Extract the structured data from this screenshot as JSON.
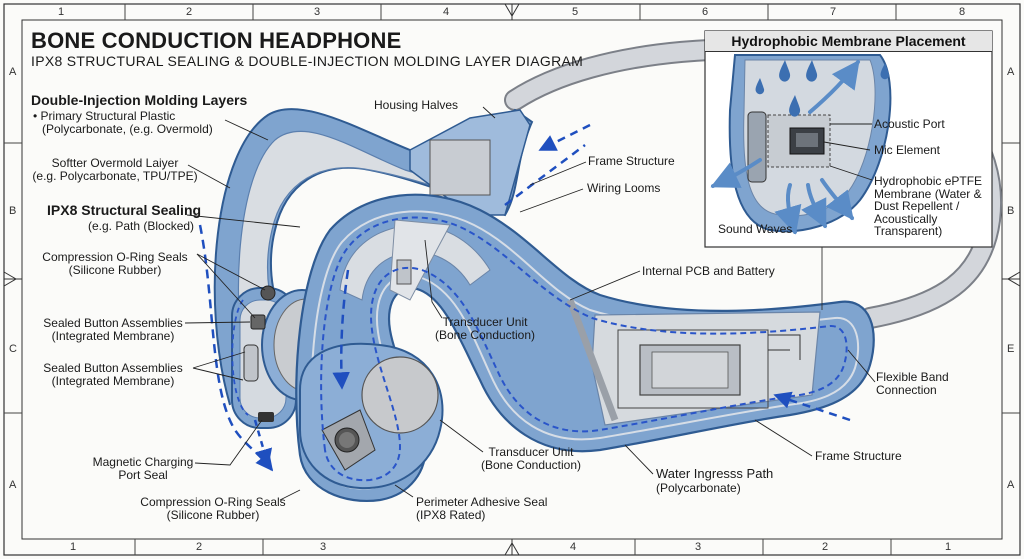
{
  "title": "BONE CONDUCTION HEADPHONE",
  "subtitle": "IPX8 STRUCTURAL SEALING & DOUBLE-INJECTION MOLDING LAYER DIAGRAM",
  "grid": {
    "top": [
      "1",
      "2",
      "3",
      "4",
      "5",
      "6",
      "7",
      "8"
    ],
    "bottom": [
      "1",
      "2",
      "3",
      "4",
      "3",
      "2",
      "1"
    ],
    "left": [
      "A",
      "B",
      "C",
      "A"
    ],
    "right": [
      "A",
      "B",
      "E",
      "A"
    ]
  },
  "left_panel": {
    "molding_heading": "Double-Injection Molding Layers",
    "primary": [
      "• Primary Structural Plastic",
      "(Polycarbonate, (e.g. Overmold)"
    ],
    "overmold": [
      "Softter Overmold Laiyer",
      "(e.g. Polycarbonate, TPU/TPE)"
    ],
    "sealing_heading": "IPX8 Structural Sealing",
    "sealing_sub": "(e.g. Path (Blocked)",
    "oring_top": [
      "Compression O-Ring Seals",
      "(Silicone Rubber)"
    ],
    "button1": [
      "Sealed Button Assemblies",
      "(Integrated Membrane)"
    ],
    "button2": [
      "Sealed Button Assemblies",
      "(Integrated Membrane)"
    ],
    "charging": [
      "Magnetic Charging",
      "Port Seal"
    ],
    "oring_bottom": [
      "Compression O-Ring Seals",
      "(Silicone Rubber)"
    ]
  },
  "labels": {
    "housing_halves": "Housing Halves",
    "frame_structure_top": "Frame Structure",
    "wiring_looms": "Wiring Looms",
    "internal_pcb": "Internal PCB and Battery",
    "transducer_mid": [
      "Transducer Unit",
      "(Bone Conduction)"
    ],
    "transducer_bottom": [
      "Transducer Unit",
      "(Bone Conduction)"
    ],
    "perimeter": [
      "Perimeter Adhesive Seal",
      "(IPX8 Rated)"
    ],
    "water_path": [
      "Water Ingresss Path",
      "(Polycarbonate)"
    ],
    "frame_structure_bottom": "Frame Structure",
    "flexible_band": [
      "Flexible Band",
      "Connection"
    ]
  },
  "inset": {
    "title": "Hydrophobic Membrane Placement",
    "acoustic_port": "Acoustic Port",
    "mic_element": "Mic Element",
    "membrane": [
      "Hydrophobic ePTFE",
      "Membrane (Water &",
      "Dust Repellent /",
      "Acoustically",
      "Transparent)"
    ],
    "sound_waves": "Sound Waves"
  },
  "colors": {
    "shell_blue": "#7fa4cf",
    "shell_dark": "#3e6ea6",
    "inner_grey": "#d9dde2",
    "dash_blue": "#2a55c9",
    "band_grey": "#cdd1d6"
  }
}
